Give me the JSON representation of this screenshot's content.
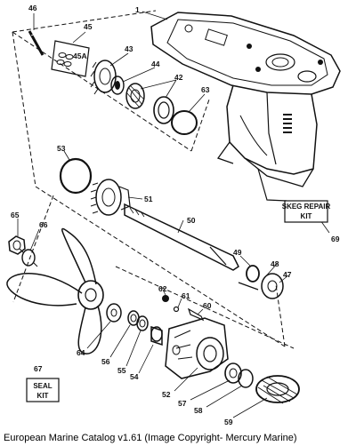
{
  "caption": "European Marine Catalog v1.61 (Image Copyright- Mercury Marine)",
  "part_numbers": {
    "p1": "1",
    "p42": "42",
    "p43": "43",
    "p44": "44",
    "p45": "45",
    "p45a": "45A",
    "p46": "46",
    "p47": "47",
    "p48": "48",
    "p49": "49",
    "p50": "50",
    "p51": "51",
    "p52": "52",
    "p53": "53",
    "p54": "54",
    "p55": "55",
    "p56": "56",
    "p57": "57",
    "p58": "58",
    "p59": "59",
    "p60": "60",
    "p61": "61",
    "p62": "62",
    "p63": "63",
    "p64": "64",
    "p65": "65",
    "p66": "66",
    "p67": "67",
    "p69": "69"
  },
  "kits": {
    "skeg_line1": "SKEG REPAIR",
    "skeg_line2": "KIT",
    "seal_line1": "SEAL",
    "seal_line2": "KIT"
  }
}
